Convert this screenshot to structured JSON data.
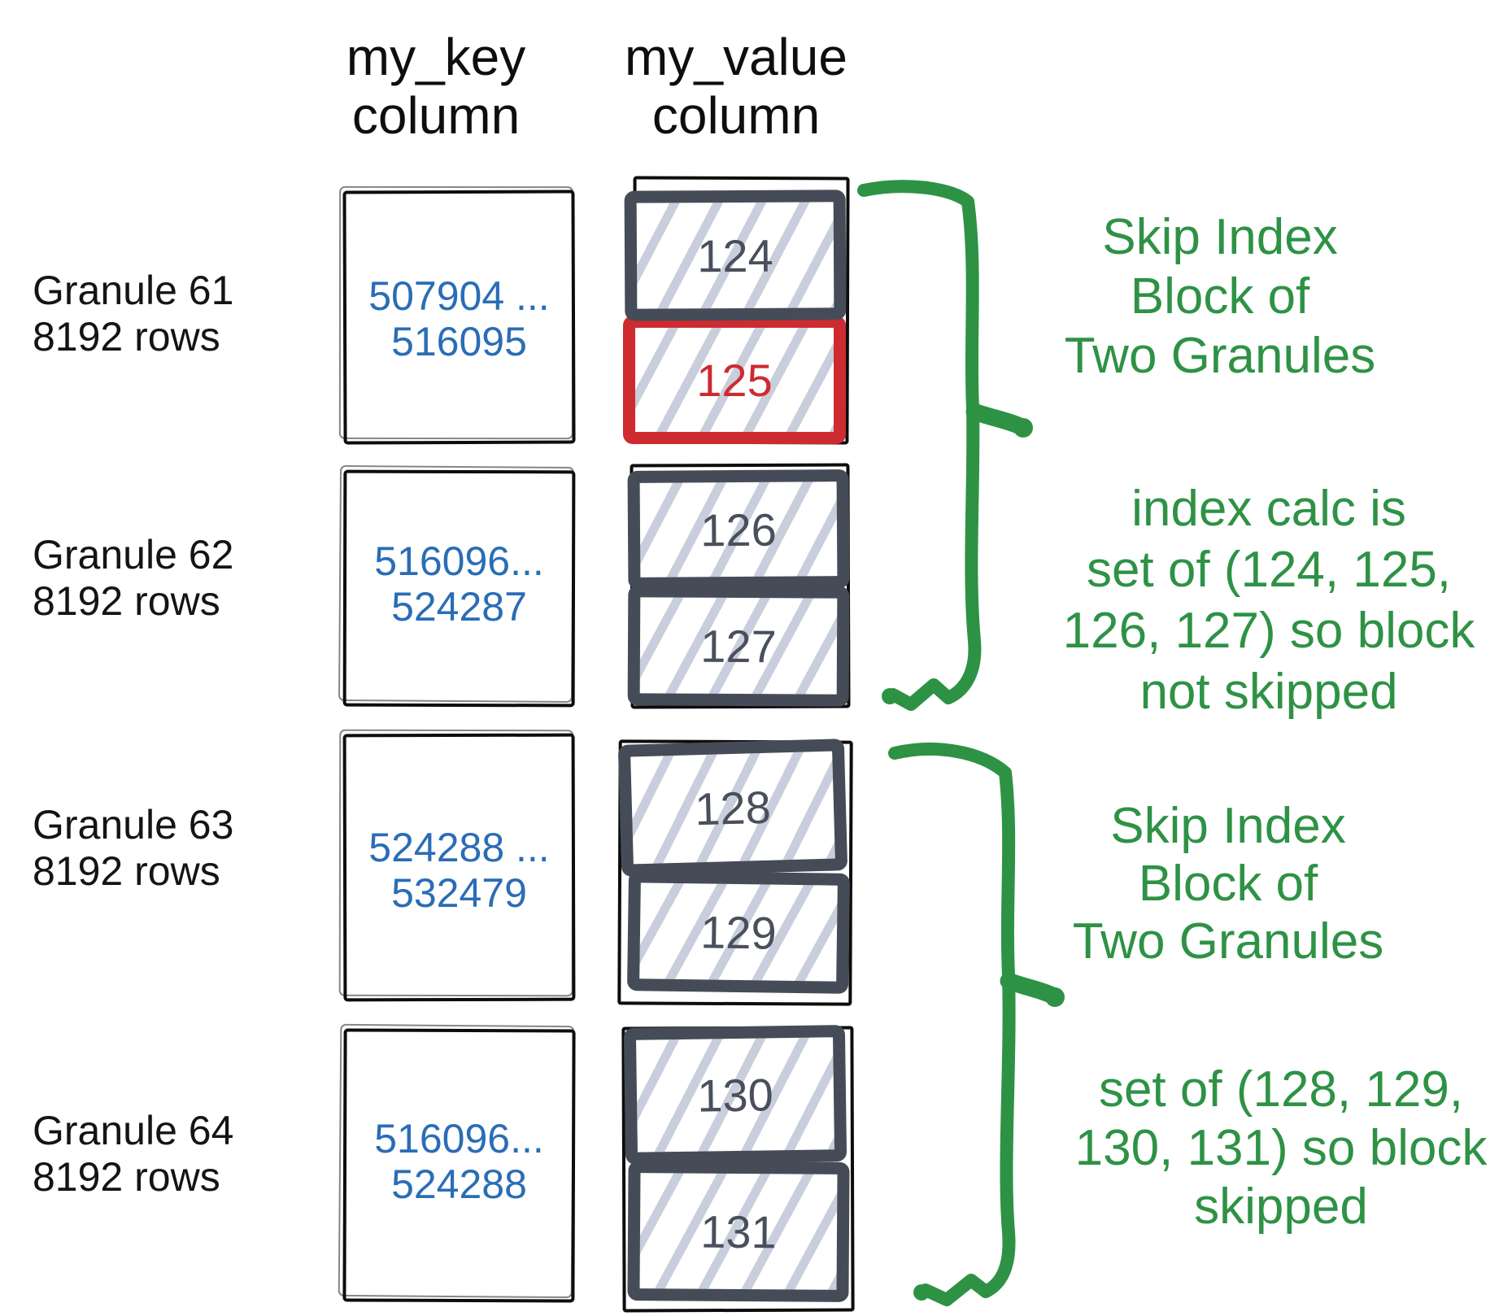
{
  "headers": {
    "key_column": {
      "line1": "my_key",
      "line2": "column"
    },
    "value_column": {
      "line1": "my_value",
      "line2": "column"
    }
  },
  "granules": [
    {
      "label_lines": [
        "Granule 61",
        "8192 rows"
      ],
      "key_range": [
        "507904 ...",
        "516095"
      ],
      "blocks": [
        {
          "value": "124",
          "highlight": false
        },
        {
          "value": "125",
          "highlight": true
        }
      ]
    },
    {
      "label_lines": [
        "Granule 62",
        "8192 rows"
      ],
      "key_range": [
        "516096...",
        "524287"
      ],
      "blocks": [
        {
          "value": "126",
          "highlight": false
        },
        {
          "value": "127",
          "highlight": false
        }
      ]
    },
    {
      "label_lines": [
        "Granule 63",
        "8192 rows"
      ],
      "key_range": [
        "524288 ...",
        "532479"
      ],
      "blocks": [
        {
          "value": "128",
          "highlight": false
        },
        {
          "value": "129",
          "highlight": false
        }
      ]
    },
    {
      "label_lines": [
        "Granule 64",
        "8192 rows"
      ],
      "key_range": [
        "516096...",
        "524288"
      ],
      "blocks": [
        {
          "value": "130",
          "highlight": false
        },
        {
          "value": "131",
          "highlight": false
        }
      ]
    }
  ],
  "annotations": [
    {
      "lines": [
        "Skip Index",
        "Block of",
        "Two Granules"
      ]
    },
    {
      "lines": [
        "index calc is",
        "set of (124, 125,",
        "126, 127) so block",
        "not skipped"
      ]
    },
    {
      "lines": [
        "Skip Index",
        "Block of",
        "Two Granules"
      ]
    },
    {
      "lines": [
        "set of (128, 129,",
        "130, 131) so block",
        "skipped"
      ]
    }
  ],
  "colors": {
    "annotation_green": "#2e9245",
    "highlight_red": "#cd2b30",
    "key_blue": "#2a6db5",
    "block_slate": "#454c58",
    "hatch_gray": "#c8cedb",
    "text_black": "#0e0e0e"
  }
}
